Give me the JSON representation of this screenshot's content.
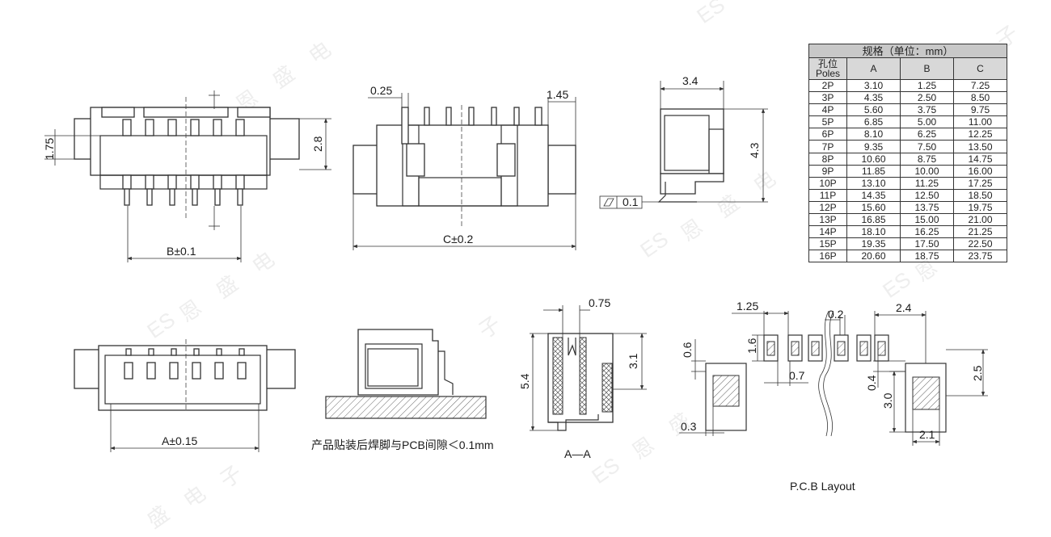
{
  "drawing": {
    "view1": {
      "dim_b": "B±0.1",
      "dim_height_1": "1.75",
      "dim_height_2": "2.8"
    },
    "view2": {
      "dim_pitch": "0.25",
      "dim_side": "1.45",
      "dim_c": "C±0.2"
    },
    "view3": {
      "dim_width": "3.4",
      "dim_height": "4.3",
      "flatness": "0.1"
    },
    "view4": {
      "dim_a": "A±0.15"
    },
    "view5": {
      "note": "产品贴装后焊脚与PCB间隙＜0.1mm"
    },
    "view6": {
      "dim_top": "0.75",
      "dim_right": "3.1",
      "dim_left": "5.4",
      "section_label": "A—A"
    },
    "pcb": {
      "title": "P.C.B Layout",
      "dims": {
        "pitch": "1.25",
        "gap": "0.2",
        "span": "2.4",
        "pad_h": "1.6",
        "pad_w": "0.7",
        "mount_top": "0.6",
        "mount_left": "0.3",
        "mount_gap": "0.4",
        "mount_h": "3.0",
        "mount_w": "2.1",
        "mount_right": "2.5"
      }
    },
    "watermark": {
      "logo": "ES",
      "cn_1": "恩",
      "cn_2": "盛",
      "cn_3": "电",
      "cn_4": "子"
    }
  },
  "spec_table": {
    "title": "规格（单位：mm）",
    "header_pole_cn": "孔位",
    "header_pole_en": "Poles",
    "col_a": "A",
    "col_b": "B",
    "col_c": "C",
    "rows": [
      {
        "p": "2P",
        "a": "3.10",
        "b": "1.25",
        "c": "7.25"
      },
      {
        "p": "3P",
        "a": "4.35",
        "b": "2.50",
        "c": "8.50"
      },
      {
        "p": "4P",
        "a": "5.60",
        "b": "3.75",
        "c": "9.75"
      },
      {
        "p": "5P",
        "a": "6.85",
        "b": "5.00",
        "c": "11.00"
      },
      {
        "p": "6P",
        "a": "8.10",
        "b": "6.25",
        "c": "12.25"
      },
      {
        "p": "7P",
        "a": "9.35",
        "b": "7.50",
        "c": "13.50"
      },
      {
        "p": "8P",
        "a": "10.60",
        "b": "8.75",
        "c": "14.75"
      },
      {
        "p": "9P",
        "a": "11.85",
        "b": "10.00",
        "c": "16.00"
      },
      {
        "p": "10P",
        "a": "13.10",
        "b": "11.25",
        "c": "17.25"
      },
      {
        "p": "11P",
        "a": "14.35",
        "b": "12.50",
        "c": "18.50"
      },
      {
        "p": "12P",
        "a": "15.60",
        "b": "13.75",
        "c": "19.75"
      },
      {
        "p": "13P",
        "a": "16.85",
        "b": "15.00",
        "c": "21.00"
      },
      {
        "p": "14P",
        "a": "18.10",
        "b": "16.25",
        "c": "21.25"
      },
      {
        "p": "15P",
        "a": "19.35",
        "b": "17.50",
        "c": "22.50"
      },
      {
        "p": "16P",
        "a": "20.60",
        "b": "18.75",
        "c": "23.75"
      }
    ]
  }
}
